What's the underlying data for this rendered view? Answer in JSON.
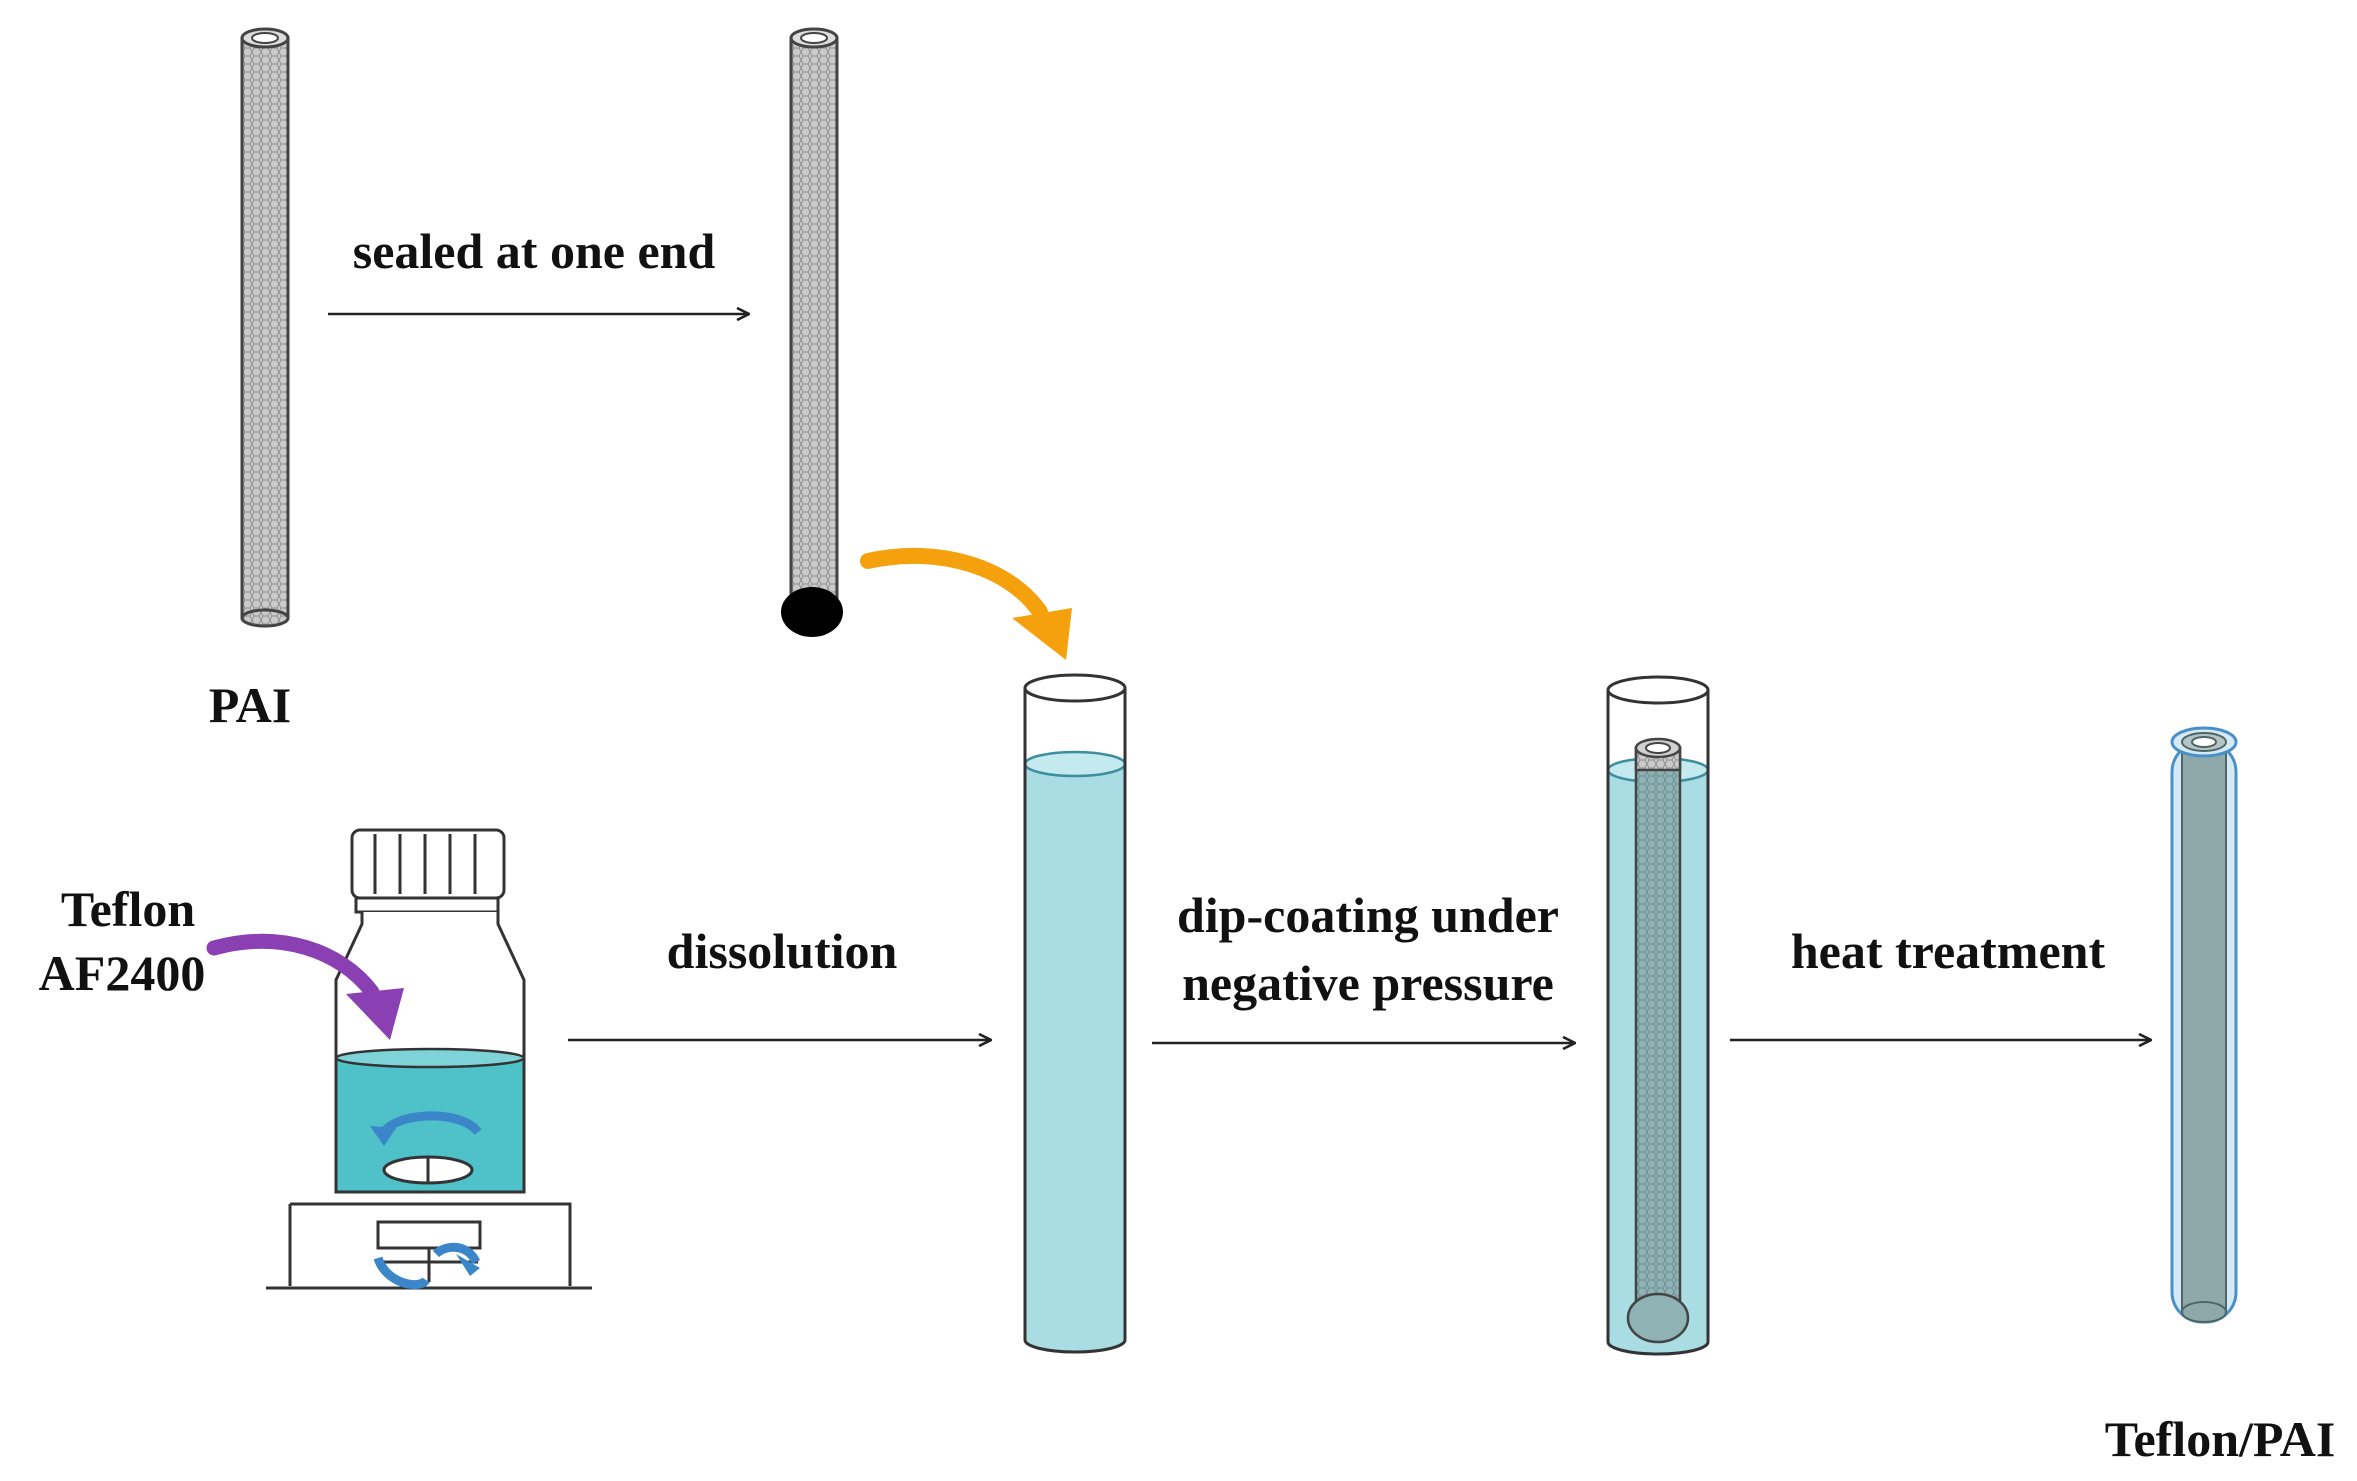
{
  "labels": {
    "pai": "PAI",
    "sealed": "sealed at one end",
    "teflon_line1": "Teflon",
    "teflon_line2": "AF2400",
    "dissolution": "dissolution",
    "dip_line1": "dip-coating under",
    "dip_line2": "negative pressure",
    "heat": "heat treatment",
    "product": "Teflon/PAI"
  },
  "colors": {
    "tube_gray": "#c4c4c4",
    "solution_blue": "#a9dde3",
    "bottle_liquid": "#4fc1c8",
    "stir_arrow_blue": "#3b86c8",
    "orange_arrow": "#f5a10d",
    "purple_arrow": "#8a3fb3",
    "coated_tube": "#8fa9ab",
    "coating_edge": "#4a90c8"
  }
}
